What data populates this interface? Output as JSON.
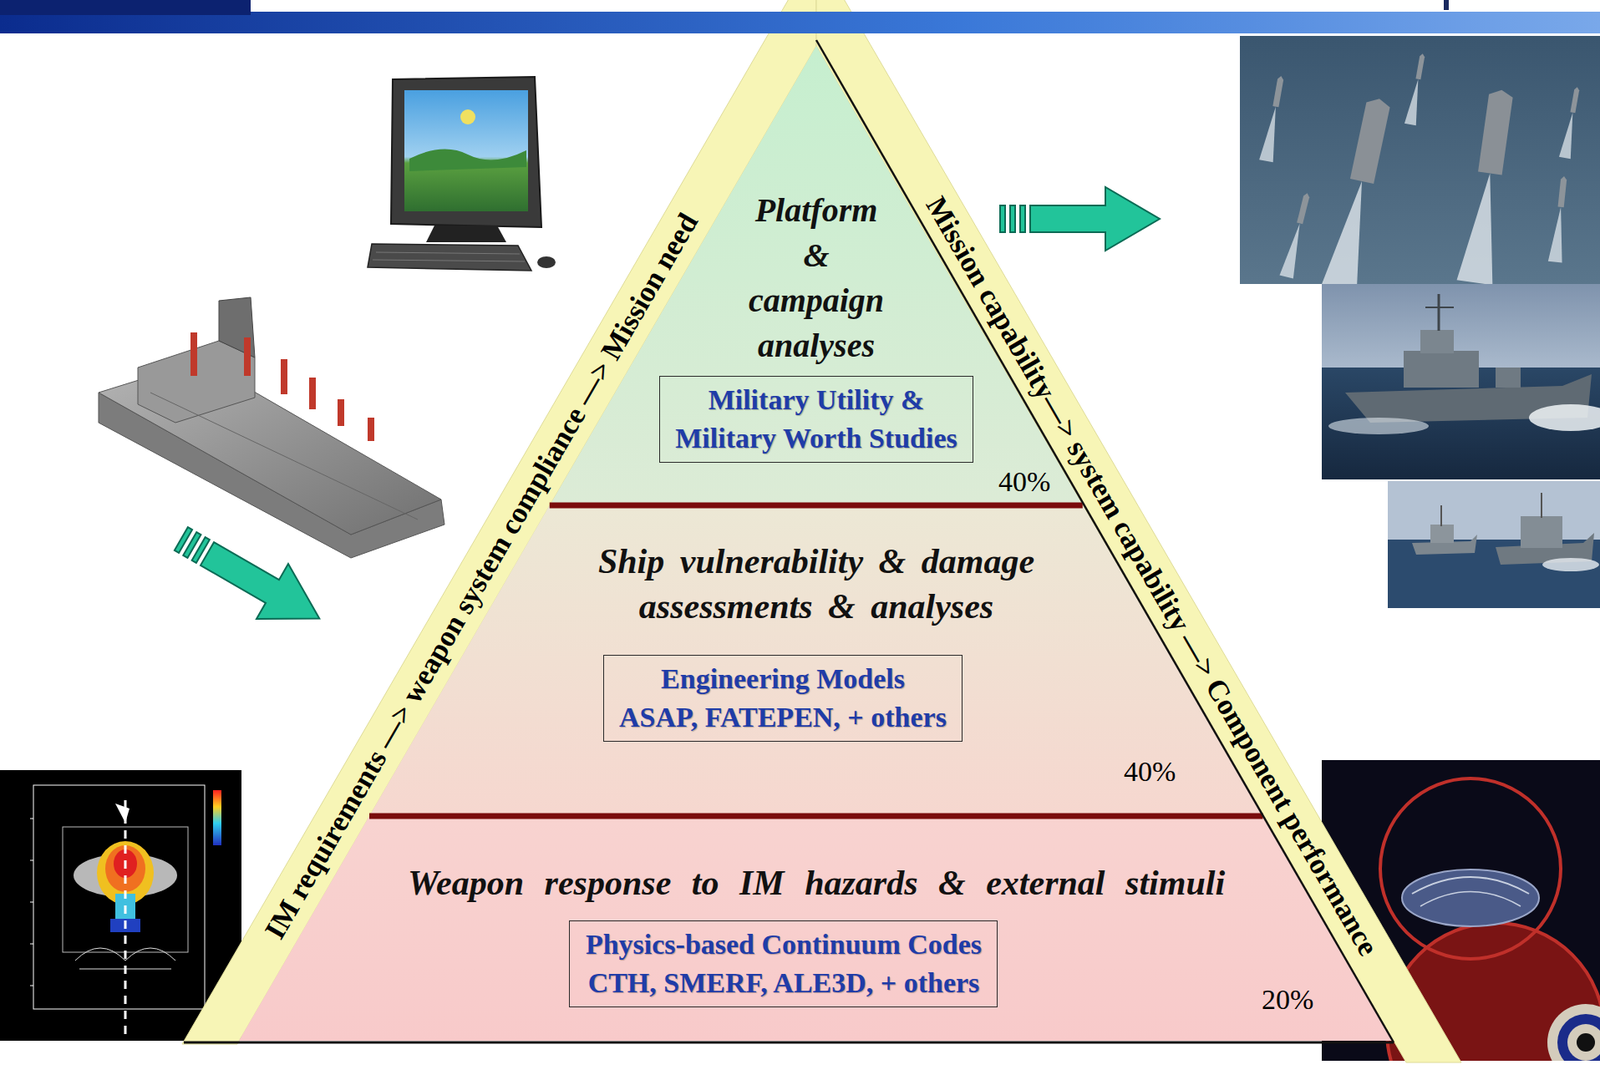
{
  "diagram": {
    "nodes": [
      {
        "text": [
          "Platform & campaign analyses"
        ]
      },
      {
        "text": [
          "Military Utility & Military Worth Studies"
        ],
        "in": 0
      },
      {
        "text": [
          "Ship vulnerability & damage assessments & analyses"
        ]
      },
      {
        "text": [
          "Engineering Models ASAP, FATEPEN, + others"
        ],
        "in": 2
      },
      {
        "text": [
          "Weapon response to IM hazards & external stimuli"
        ]
      },
      {
        "text": [
          "Physics-based Continuum Codes CTH, SMERF, ALE3D, + others"
        ],
        "in": 4
      }
    ],
    "labels": [
      "IM requirements —> weapon system compliance —> Mission need",
      "Mission capability—> system capability —> Component performance",
      "40%",
      "40%",
      "20%"
    ]
  }
}
